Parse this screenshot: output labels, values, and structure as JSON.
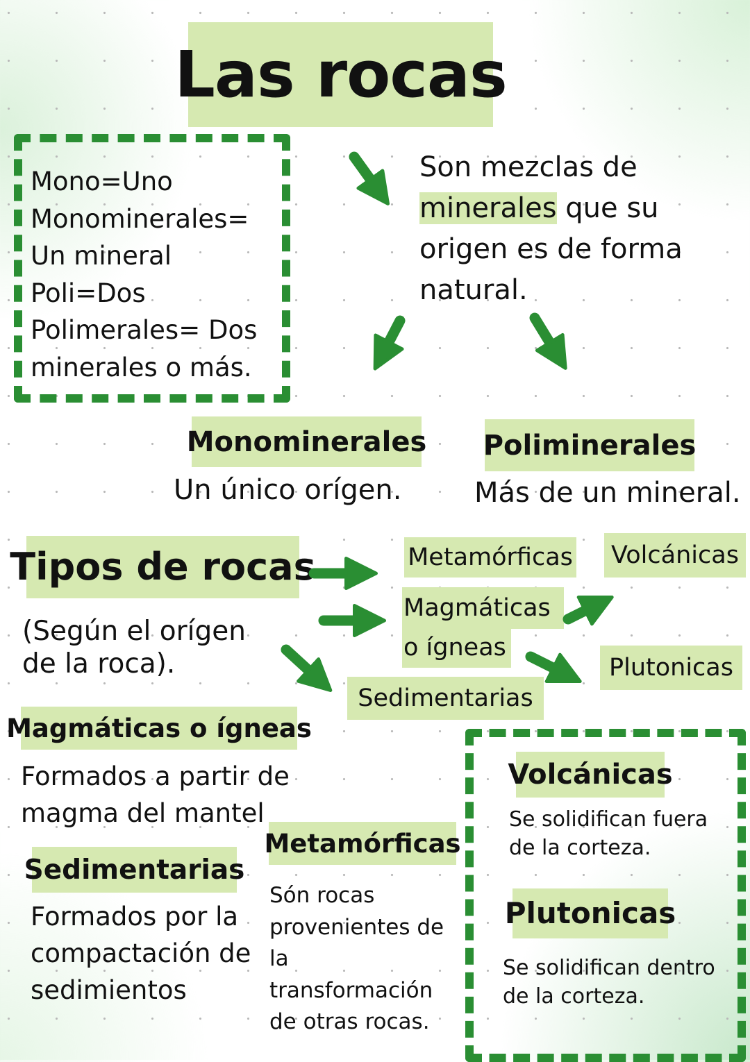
{
  "title": "Las rocas",
  "colors": {
    "highlight": "#d6e9b1",
    "arrow": "#2a8e33",
    "dashed_border": "#2a8e33",
    "text": "#111111",
    "background": "#ffffff"
  },
  "glossary_box": {
    "lines": [
      "Mono=Uno",
      "Monominerales=",
      "Un mineral",
      "Poli=Dos",
      "Polimerales= Dos",
      "minerales o más."
    ]
  },
  "definition": {
    "line1": "Son mezclas de",
    "highlight_word": "minerales",
    "line2_rest": " que su",
    "line3": "origen es de forma",
    "line4": "natural."
  },
  "classification": {
    "mono": {
      "heading": "Monominerales",
      "subtitle": "Un único orígen."
    },
    "poli": {
      "heading": "Poliminerales",
      "subtitle": "Más de un mineral."
    }
  },
  "types": {
    "heading": "Tipos de rocas",
    "note_lines": [
      "(Según el orígen",
      "de la roca)."
    ],
    "tags": {
      "metamorficas": "Metamórficas",
      "volcanicas": "Volcánicas",
      "magmaticas_1": "Magmáticas",
      "magmaticas_2": "o ígneas",
      "plutonicas": "Plutonicas",
      "sedimentarias": "Sedimentarias"
    }
  },
  "sections": {
    "magmaticas": {
      "heading": "Magmáticas o ígneas",
      "lines": [
        "Formados a partir de",
        "magma del mantel"
      ]
    },
    "sedimentarias": {
      "heading": "Sedimentarias",
      "lines": [
        "Formados por la",
        "compactación de",
        "sedimientos"
      ]
    },
    "metamorficas": {
      "heading": "Metamórficas",
      "lines": [
        "Són rocas",
        "provenientes de",
        "la",
        "transformación",
        "de otras rocas."
      ]
    },
    "volcanicas": {
      "heading": "Volcánicas",
      "lines": [
        "Se solidifican fuera",
        "de la corteza."
      ]
    },
    "plutonicas": {
      "heading": "Plutonicas",
      "lines": [
        "Se solidifican dentro",
        "de la corteza."
      ]
    }
  }
}
